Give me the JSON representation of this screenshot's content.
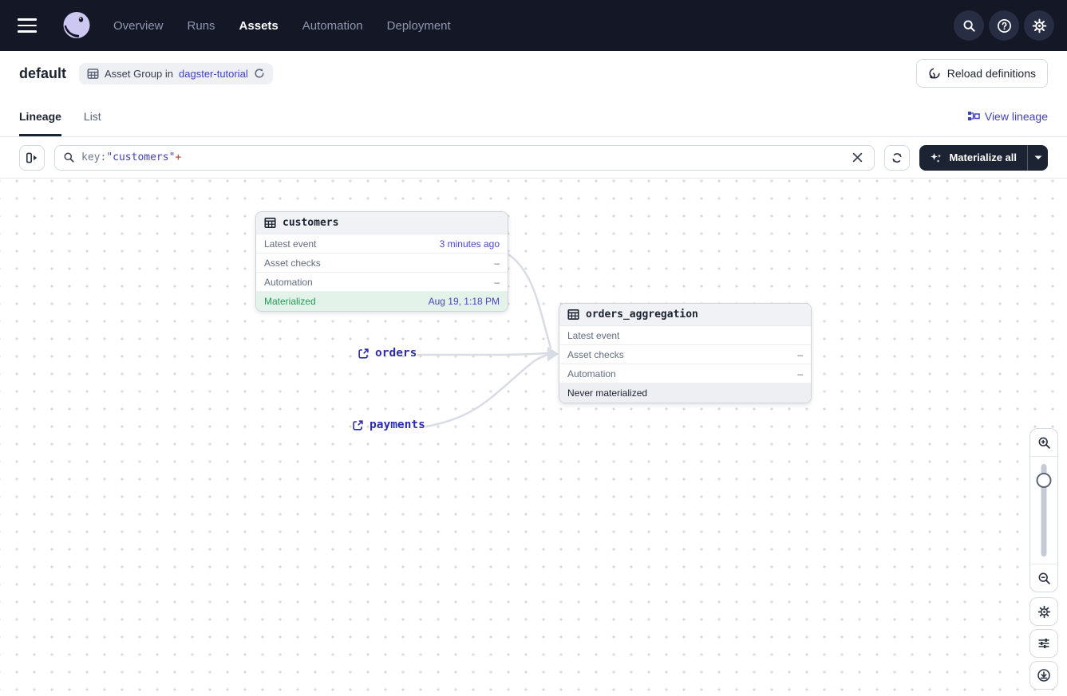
{
  "nav": {
    "items": [
      {
        "label": "Overview"
      },
      {
        "label": "Runs"
      },
      {
        "label": "Assets"
      },
      {
        "label": "Automation"
      },
      {
        "label": "Deployment"
      }
    ]
  },
  "header": {
    "title": "default",
    "badge_text": "Asset Group in",
    "badge_link": "dagster-tutorial",
    "reload_button": "Reload definitions"
  },
  "tabs": {
    "lineage": "Lineage",
    "list": "List",
    "view_lineage": "View lineage"
  },
  "toolbar": {
    "query_key": "key:",
    "query_value": "\"customers\"",
    "query_op": "+",
    "materialize": "Materialize all"
  },
  "graph": {
    "customers": {
      "title": "customers",
      "rows": [
        {
          "label": "Latest event",
          "value": "3 minutes ago"
        },
        {
          "label": "Asset checks",
          "value": "–"
        },
        {
          "label": "Automation",
          "value": "–"
        }
      ],
      "status_label": "Materialized",
      "status_value": "Aug 19, 1:18 PM"
    },
    "orders_aggregation": {
      "title": "orders_aggregation",
      "rows": [
        {
          "label": "Latest event",
          "value": ""
        },
        {
          "label": "Asset checks",
          "value": "–"
        },
        {
          "label": "Automation",
          "value": "–"
        }
      ],
      "status_label": "Never materialized",
      "status_value": ""
    },
    "external_assets": [
      {
        "label": "orders"
      },
      {
        "label": "payments"
      }
    ]
  },
  "colors": {
    "nav_bg": "#131726",
    "link": "#4241bb",
    "asset_link": "#2c2cae",
    "materialized_green": "#1f9b58",
    "dark_button": "#1c2433",
    "edge": "#d9dce4"
  }
}
